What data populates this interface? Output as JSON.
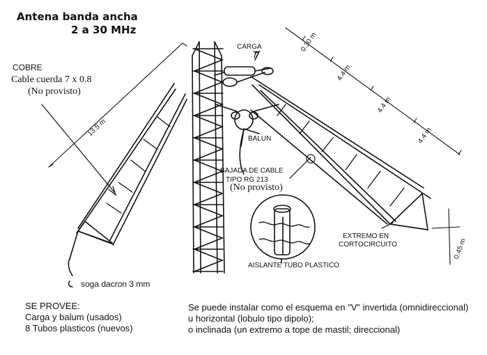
{
  "title": {
    "line1": "Antena banda ancha",
    "line2": "2 a 30 MHz"
  },
  "labels": {
    "cobre": "COBRE",
    "cable": "Cable cuerda 7 x 0.8",
    "no_provisto_1": "(No provisto)",
    "length_13_5": "13.5 m",
    "carga": "CARGA",
    "carga_number": "7",
    "balun": "BALUN",
    "bajada_1": "BAJADA DE CABLE",
    "bajada_2": "TIPO RG 213",
    "no_provisto_2": "(No provisto)",
    "dim_0_30": "0.30 m",
    "dim_4_4_a": "4.4 m",
    "dim_4_4_b": "4.4 m",
    "dim_4_4_c": "4.4 m",
    "dim_0_45": "0.45 m",
    "extremo_1": "EXTREMO EN",
    "extremo_2": "CORTOCIRCUITO",
    "aislante": "AISLANTE TUBO PLASTICO",
    "soga": "soga dacron 3 mm"
  },
  "provee": {
    "heading": "SE PROVEE:",
    "item1": "Carga y balum (usados)",
    "item2": "8 Tubos plasticos (nuevos)"
  },
  "install": {
    "line1": "Se puede instalar como el esquema en \"V\" invertida (omnidireccional)",
    "line2": "u horizontal (lobulo tipo dipolo);",
    "line3": "o inclinada (un extremo a tope de mastil; direccional)"
  }
}
